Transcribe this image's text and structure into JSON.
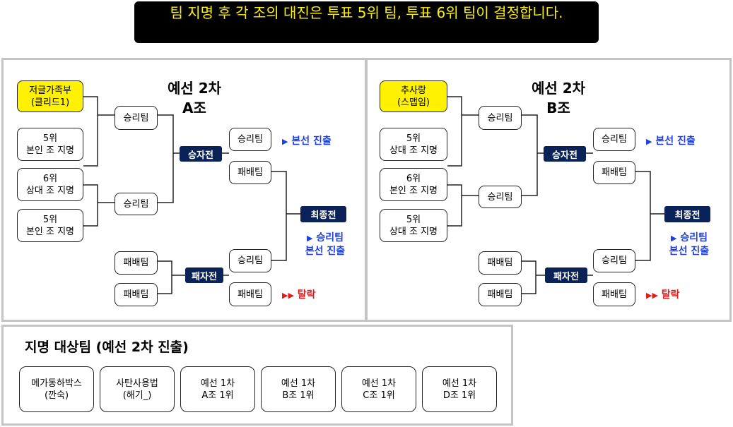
{
  "banner": "팀 지명 후 각 조의 대진은 투표 5위 팀, 투표 6위 팀이 결정합니다.",
  "colors": {
    "yellow": "#fff200",
    "navy": "#0b2258",
    "blue": "#1f3fe0",
    "red": "#e01b1b",
    "border": "#c4c4c4"
  },
  "group_a": {
    "title_line1": "예선 2차",
    "title_line2": "A조",
    "seeds": [
      "저글가족부\n(클리드1)",
      "5위\n본인 조 지명",
      "6위\n상대 조 지명",
      "5위\n본인 조 지명"
    ],
    "r1_winner": "승리팀",
    "r2_winner": "승리팀",
    "winners_label": "승자전",
    "winners_win": "승리팀",
    "winners_lose": "패배팀",
    "advance_note": "본선 진출",
    "losers_label": "패자전",
    "loser_box1": "패배팀",
    "loser_box2": "패배팀",
    "losers_win": "승리팀",
    "losers_lose": "패배팀",
    "elim_note": "탈락",
    "final_label": "최종전",
    "final_note1": "승리팀",
    "final_note2": "본선 진출"
  },
  "group_b": {
    "title_line1": "예선 2차",
    "title_line2": "B조",
    "seeds": [
      "추사랑\n(스맵임)",
      "5위\n상대 조 지명",
      "6위\n본인 조 지명",
      "5위\n상대 조 지명"
    ],
    "r1_winner": "승리팀",
    "r2_winner": "승리팀",
    "winners_label": "승자전",
    "winners_win": "승리팀",
    "winners_lose": "패배팀",
    "advance_note": "본선 진출",
    "losers_label": "패자전",
    "loser_box1": "패배팀",
    "loser_box2": "패배팀",
    "losers_win": "승리팀",
    "losers_lose": "패배팀",
    "elim_note": "탈락",
    "final_label": "최종전",
    "final_note1": "승리팀",
    "final_note2": "본선 진출"
  },
  "targets": {
    "title": "지명 대상팀 (예선 2차 진출)",
    "items": [
      "메가동하박스\n(깐숙)",
      "사탄사용법\n(해기_)",
      "예선 1차\nA조 1위",
      "예선 1차\nB조 1위",
      "예선 1차\nC조 1위",
      "예선 1차\nD조 1위"
    ]
  }
}
